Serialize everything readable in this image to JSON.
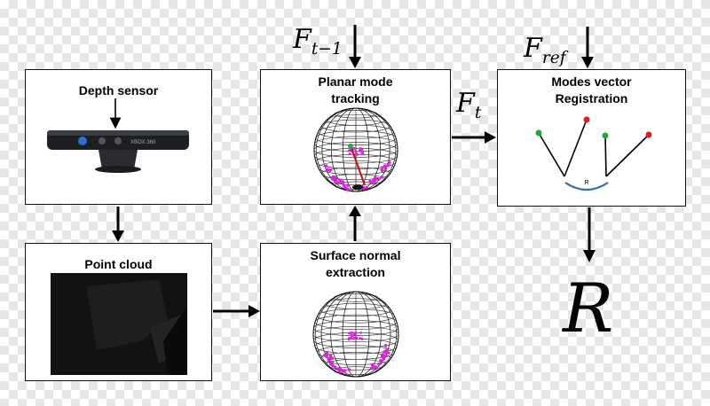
{
  "boxes": {
    "depth_sensor": {
      "title": "Depth sensor"
    },
    "point_cloud": {
      "title": "Point cloud"
    },
    "surface_normal": {
      "line1": "Surface normal",
      "line2": "extraction"
    },
    "planar_mode": {
      "line1": "Planar mode",
      "line2": "tracking"
    },
    "modes_vector": {
      "line1": "Modes vector",
      "line2": "Registration"
    }
  },
  "math": {
    "f_prev_base": "F",
    "f_prev_sub": "t−1",
    "f_t_base": "F",
    "f_t_sub": "t",
    "f_ref_base": "F",
    "f_ref_sub": "ref",
    "result": "R"
  },
  "sensor_text": "XBOX 360",
  "registration_label": "R",
  "colors": {
    "sphere_magenta": "#e020e0",
    "point_green": "#1faa3a",
    "point_red": "#e01a1a"
  }
}
